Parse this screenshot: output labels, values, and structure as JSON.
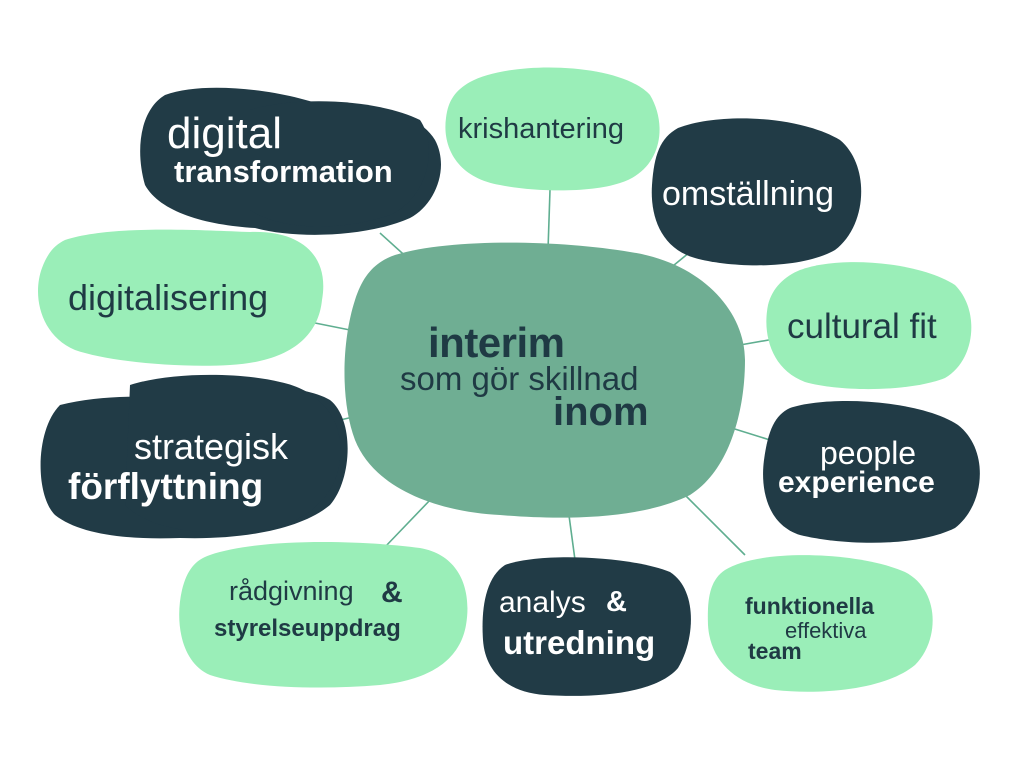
{
  "colors": {
    "dark": "#213b46",
    "light": "#9aeeb8",
    "center": "#6fae93",
    "connector": "#5fae90",
    "dark_text": "#ffffff",
    "light_text": "#1f3a44"
  },
  "center": {
    "line1": "interim",
    "line2": "som gör skillnad",
    "line3": "inom"
  },
  "nodes": {
    "digital_transformation": {
      "line1": "digital",
      "line2": "transformation"
    },
    "krishantering": {
      "line1": "krishantering"
    },
    "omstallning": {
      "line1": "omställning"
    },
    "digitalisering": {
      "line1": "digitalisering"
    },
    "cultural_fit": {
      "line1": "cultural fit"
    },
    "strategisk": {
      "line1": "strategisk",
      "line2": "förflyttning"
    },
    "people_experience": {
      "line1": "people",
      "line2": "experience"
    },
    "radgivning": {
      "line1": "rådgivning",
      "amp": "&",
      "line2": "styrelseuppdrag"
    },
    "analys": {
      "line1": "analys",
      "amp": "&",
      "line2": "utredning"
    },
    "funktionella": {
      "line1": "funktionella",
      "line2": "effektiva",
      "line3": "team"
    }
  }
}
